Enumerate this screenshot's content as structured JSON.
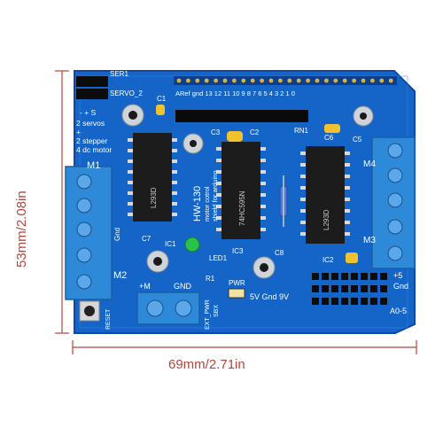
{
  "dimensions": {
    "width_label": "69mm/2.71in",
    "height_label": "53mm/2.08in"
  },
  "board": {
    "name": "HW-130",
    "subtitle_line1": "motor cotrol",
    "subtitle_line2": "shield for arduino",
    "header_label": "ARef gnd 13 12 11 10 9 8   7 6 5 4 3 2 1 0",
    "labels": {
      "ser1": "SER1",
      "servo2": "SERVO_2",
      "servo_info": "- + S\n2 servos\n+\n2 stepper\n4 dc motor",
      "m1": "M1",
      "m2": "M2",
      "m3": "M3",
      "m4": "M4",
      "ic1": "IC1",
      "ic2": "IC2",
      "ic3": "IC3",
      "c1": "C1",
      "c2": "C2",
      "c3": "C3",
      "c5": "C5",
      "c6": "C6",
      "c7": "C7",
      "c8": "C8",
      "rn1": "RN1",
      "r1": "R1",
      "led1": "LED1",
      "plus_m": "+M",
      "gnd": "GND",
      "ext_pwr": "EXT_PWR",
      "sbx": "SBX",
      "pwr": "PWR",
      "v_row": "5V Gnd 9V",
      "plus5": "+5",
      "gnd2": "Gnd",
      "a0_5": "A0-5",
      "reset": "RESET",
      "gnd_left": "Gnd"
    },
    "chips": [
      {
        "id": "ic-left",
        "text": "L293D"
      },
      {
        "id": "ic-mid",
        "text": "74HC595N"
      },
      {
        "id": "ic-right",
        "text": "L293D"
      }
    ],
    "colors": {
      "pcb": "#1565c9",
      "pcb_dark": "#0d47a1",
      "terminal": "#2e8ad8",
      "chip": "#1c1c1c",
      "led": "#29c24a"
    }
  }
}
